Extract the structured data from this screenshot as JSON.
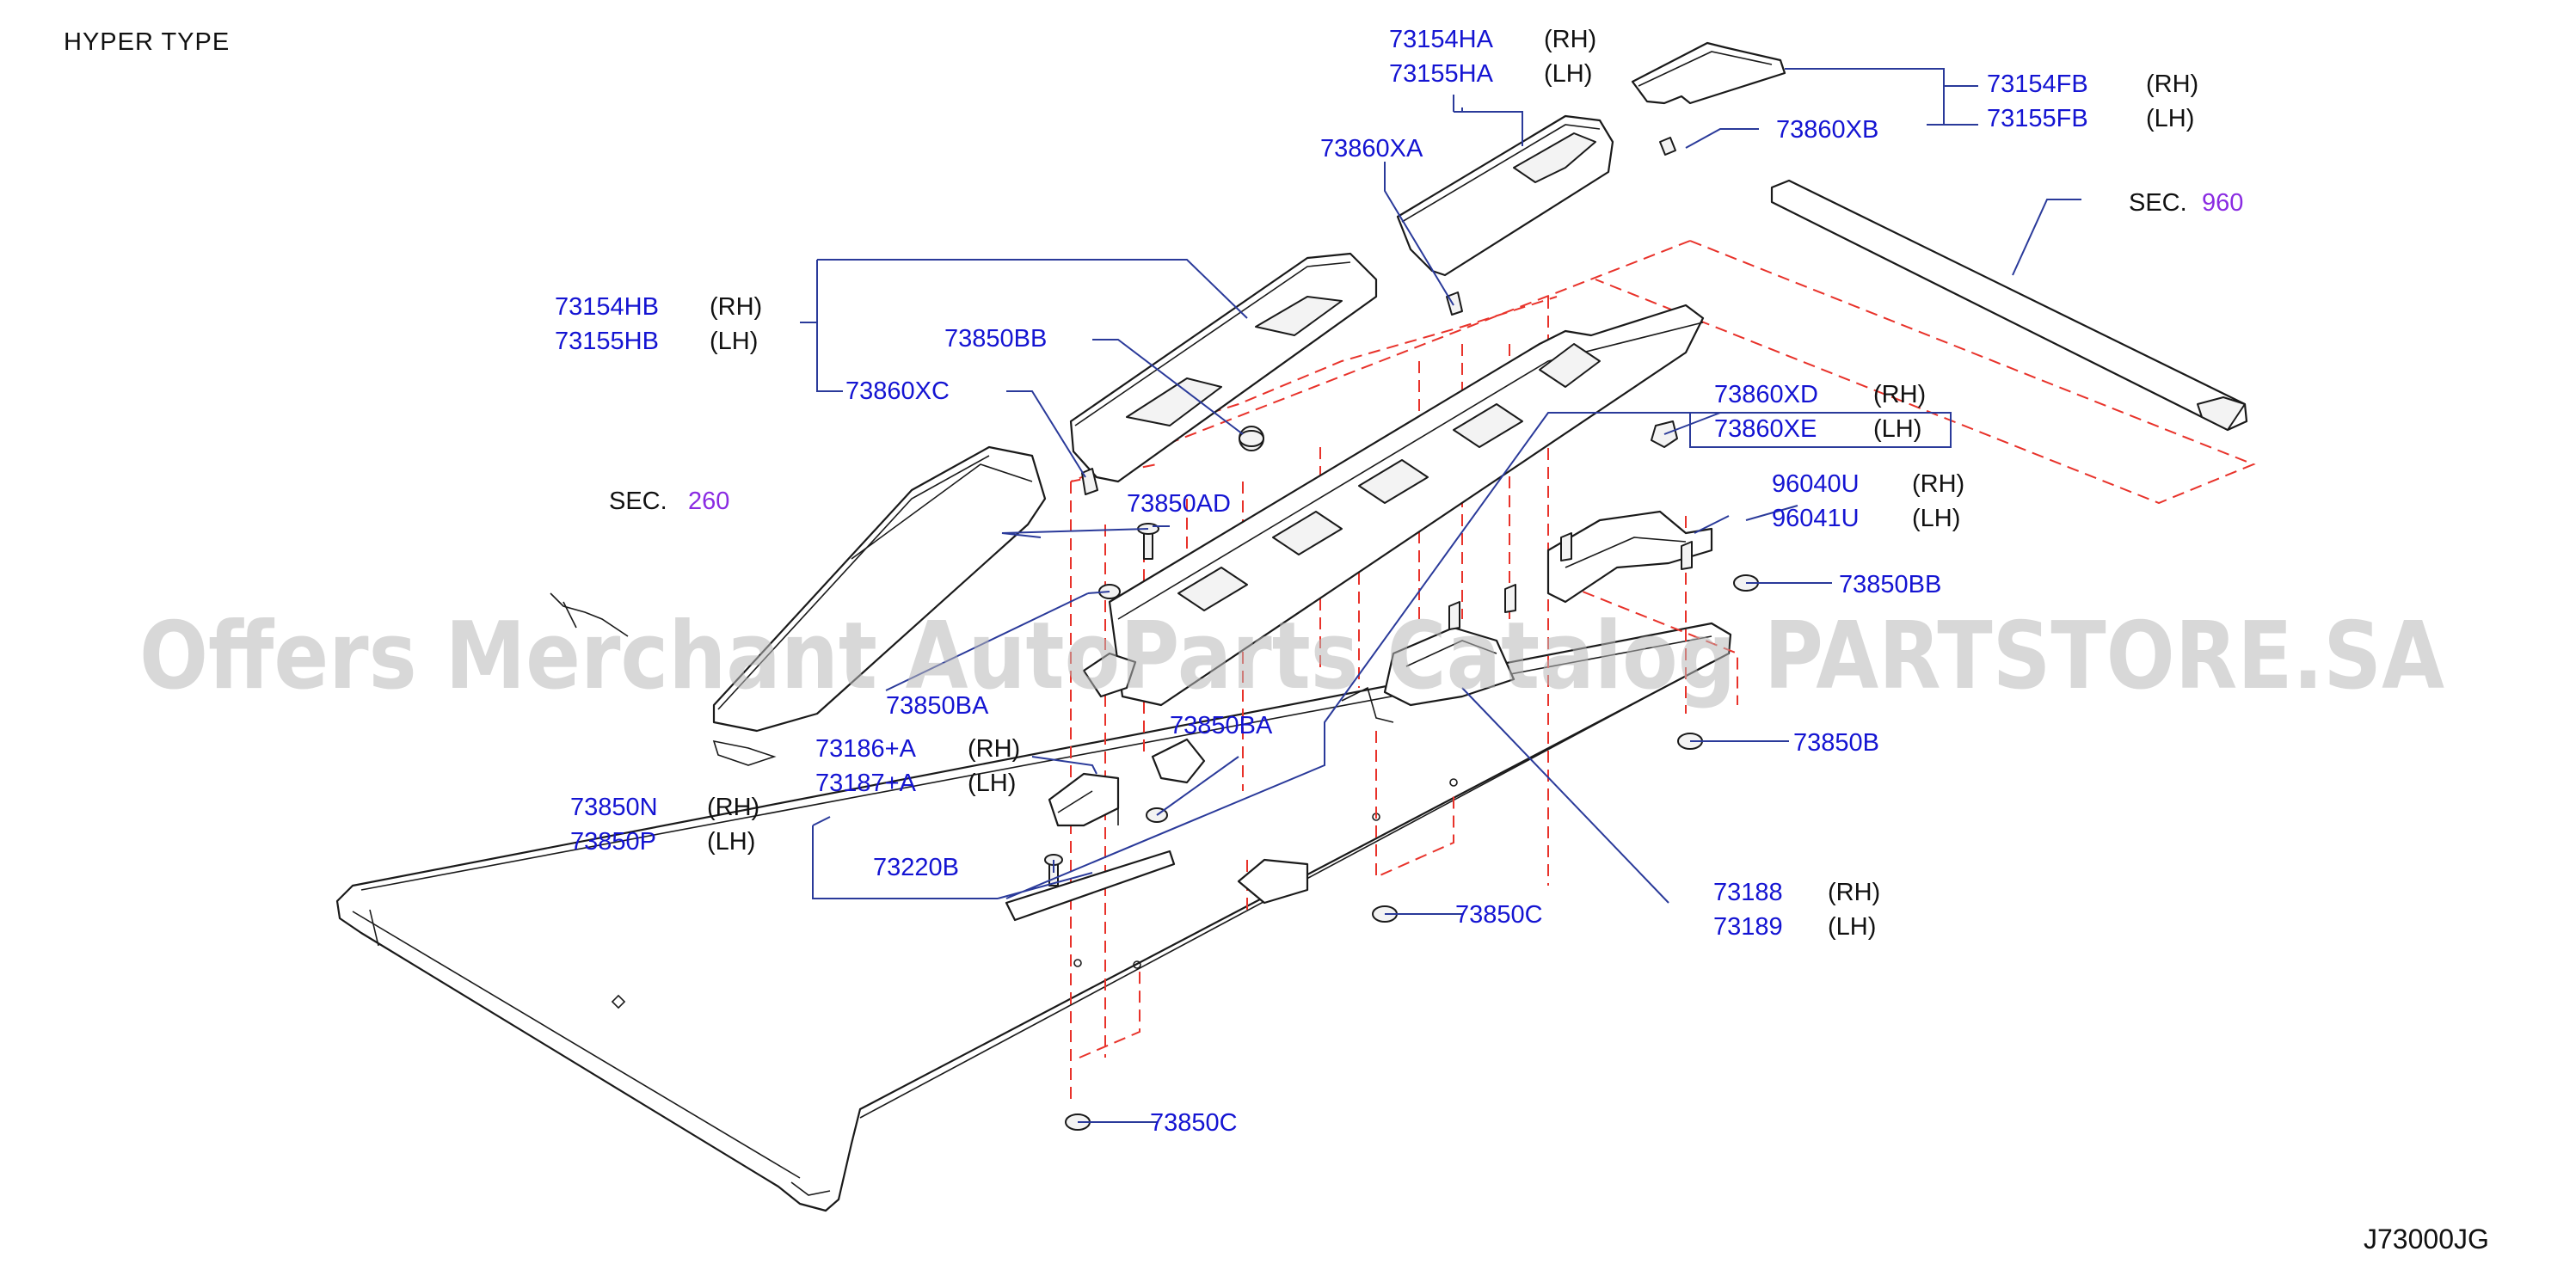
{
  "header": {
    "title": "HYPER   TYPE"
  },
  "diagram_code": "J73000JG",
  "watermark": "Offers Merchant AutoParts Catalog PARTSTORE.SA",
  "colors": {
    "part_number": "#1414d2",
    "section_number": "#8a2be2",
    "dashed_line": "#e8322a",
    "leader": "#2a3a9a"
  },
  "sections": {
    "sec_960": {
      "prefix": "SEC.",
      "number": "960"
    },
    "sec_260": {
      "prefix": "SEC.",
      "number": "260"
    }
  },
  "callouts": {
    "c73154ha": {
      "part": "73154HA",
      "side": "(RH)"
    },
    "c73155ha": {
      "part": "73155HA",
      "side": "(LH)"
    },
    "c73154fb": {
      "part": "73154FB",
      "side": "(RH)"
    },
    "c73155fb": {
      "part": "73155FB",
      "side": "(LH)"
    },
    "c73860xb": {
      "part": "73860XB"
    },
    "c73860xa": {
      "part": "73860XA"
    },
    "c73154hb": {
      "part": "73154HB",
      "side": "(RH)"
    },
    "c73155hb": {
      "part": "73155HB",
      "side": "(LH)"
    },
    "c73850bb_a": {
      "part": "73850BB"
    },
    "c73860xc": {
      "part": "73860XC"
    },
    "c73860xd": {
      "part": "73860XD",
      "side": "(RH)"
    },
    "c73860xe": {
      "part": "73860XE",
      "side": "(LH)"
    },
    "c73850ad": {
      "part": "73850AD"
    },
    "c96040u": {
      "part": "96040U",
      "side": "(RH)"
    },
    "c96041u": {
      "part": "96041U",
      "side": "(LH)"
    },
    "c73850bb_b": {
      "part": "73850BB"
    },
    "c73850ba_a": {
      "part": "73850BA"
    },
    "c73850ba_b": {
      "part": "73850BA"
    },
    "c73186a": {
      "part": "73186+A",
      "side": "(RH)"
    },
    "c73187a": {
      "part": "73187+A",
      "side": "(LH)"
    },
    "c73850b": {
      "part": "73850B"
    },
    "c73850n": {
      "part": "73850N",
      "side": "(RH)"
    },
    "c73850p": {
      "part": "73850P",
      "side": "(LH)"
    },
    "c73220b": {
      "part": "73220B"
    },
    "c73850c_a": {
      "part": "73850C"
    },
    "c73188": {
      "part": "73188",
      "side": "(RH)"
    },
    "c73189": {
      "part": "73189",
      "side": "(LH)"
    },
    "c73850c_b": {
      "part": "73850C"
    }
  }
}
